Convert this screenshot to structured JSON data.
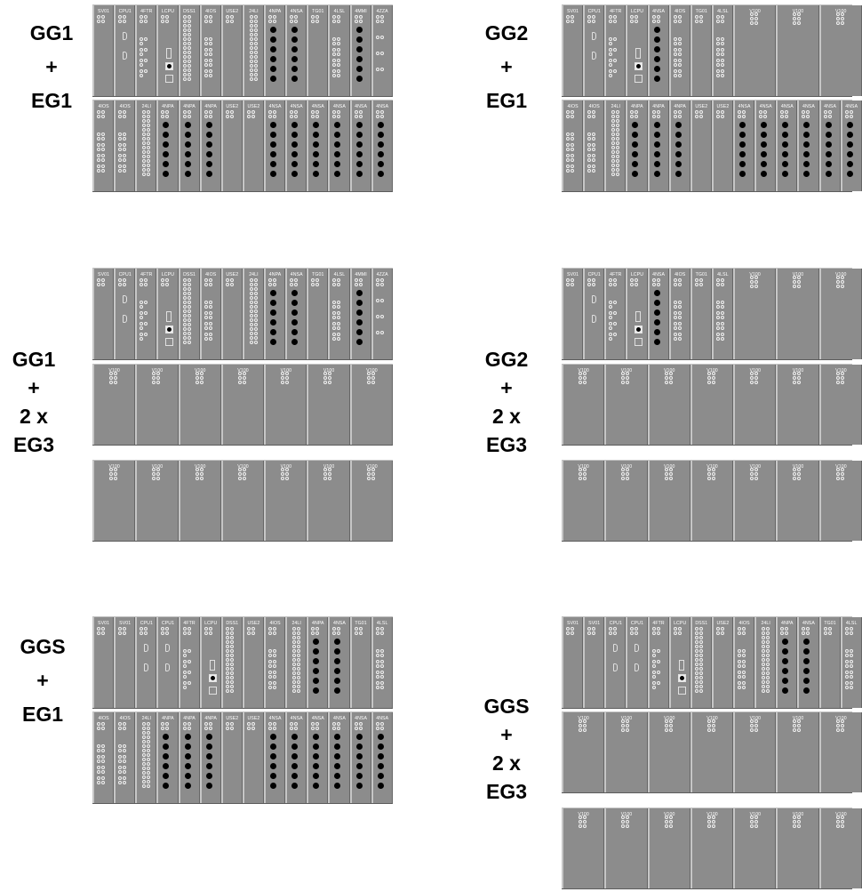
{
  "configs": [
    {
      "label": [
        "GG1",
        "+",
        "EG1"
      ],
      "racks": [
        [
          "SV01",
          "CPU1",
          "4FTR",
          "LCPU",
          "DSS1",
          "4IOS",
          "USE2",
          "24LI",
          "4NPA",
          "4NSA",
          "TG01",
          "4LSL",
          "4MMI",
          "4ZZA"
        ],
        [
          "4IOS",
          "4IOS",
          "24LI",
          "4NPA",
          "4NPA",
          "4NPA",
          "USE2",
          "USE2",
          "4NSA",
          "4NSA",
          "4NSA",
          "4NSA",
          "4NSA",
          "4NSA"
        ]
      ]
    },
    {
      "label": [
        "GG2",
        "+",
        "EG1"
      ],
      "racks": [
        [
          "SV01",
          "CPU1",
          "4FTR",
          "LCPU",
          "4NSA",
          "4IOS",
          "TG01",
          "4LSL",
          "V100",
          "V100",
          "V100"
        ],
        [
          "4IOS",
          "4IOS",
          "24LI",
          "4NPA",
          "4NPA",
          "4NPA",
          "USE2",
          "USE2",
          "4NSA",
          "4NSA",
          "4NSA",
          "4NSA",
          "4NSA",
          "4NSA"
        ]
      ]
    },
    {
      "label": [
        "GG1",
        "+",
        "2 x",
        "EG3"
      ],
      "racks": [
        [
          "SV01",
          "CPU1",
          "4FTR",
          "LCPU",
          "DSS1",
          "4IOS",
          "USE2",
          "24LI",
          "4NPA",
          "4NSA",
          "TG01",
          "4LSL",
          "4MMI",
          "4ZZA"
        ],
        [
          "V100",
          "V100",
          "V100",
          "V100",
          "V100",
          "V100",
          "V100"
        ],
        [
          "V100",
          "V100",
          "V100",
          "V100",
          "V100",
          "V100",
          "V100"
        ]
      ]
    },
    {
      "label": [
        "GG2",
        "+",
        "2 x",
        "EG3"
      ],
      "racks": [
        [
          "SV01",
          "CPU1",
          "4FTR",
          "LCPU",
          "4NSA",
          "4IOS",
          "TG01",
          "4LSL",
          "V100",
          "V100",
          "V100"
        ],
        [
          "V100",
          "V100",
          "V100",
          "V100",
          "V100",
          "V100",
          "V100"
        ],
        [
          "V100",
          "V100",
          "V100",
          "V100",
          "V100",
          "V100",
          "V100"
        ]
      ]
    },
    {
      "label": [
        "GGS",
        "+",
        "EG1"
      ],
      "racks": [
        [
          "SV01",
          "SV01",
          "CPU1",
          "CPU1",
          "4FTR",
          "LCPU",
          "DSS1",
          "USE2",
          "4IOS",
          "24LI",
          "4NPA",
          "4NSA",
          "TG01",
          "4LSL"
        ],
        [
          "4IOS",
          "4IOS",
          "24LI",
          "4NPA",
          "4NPA",
          "4NPA",
          "USE2",
          "USE2",
          "4NSA",
          "4NSA",
          "4NSA",
          "4NSA",
          "4NSA",
          "4NSA"
        ]
      ]
    },
    {
      "label": [
        "GGS",
        "+",
        "2 x",
        "EG3"
      ],
      "racks": [
        [
          "SV01",
          "SV01",
          "CPU1",
          "CPU1",
          "4FTR",
          "LCPU",
          "DSS1",
          "USE2",
          "4IOS",
          "24LI",
          "4NPA",
          "4NSA",
          "TG01",
          "4LSL"
        ],
        [
          "V100",
          "V100",
          "V100",
          "V100",
          "V100",
          "V100",
          "V100"
        ],
        [
          "V100",
          "V100",
          "V100",
          "V100",
          "V100",
          "V100",
          "V100"
        ]
      ]
    }
  ]
}
